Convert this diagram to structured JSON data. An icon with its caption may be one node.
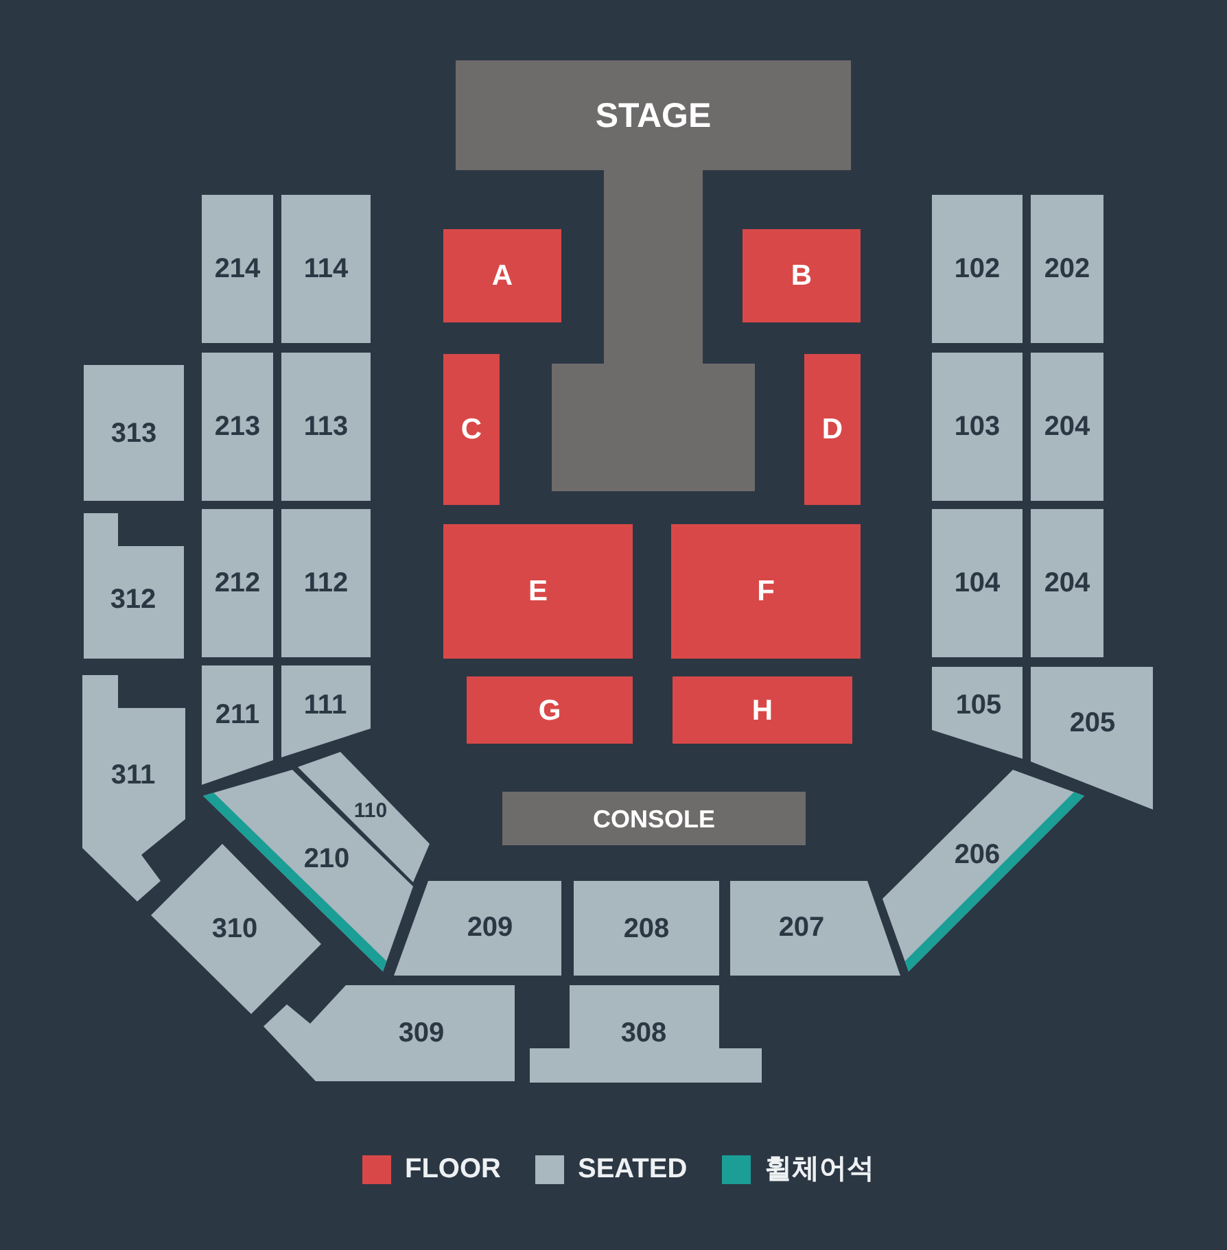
{
  "diagram": {
    "nodes": [
      {
        "text": [
          "STAGE"
        ]
      },
      {
        "text": [
          "214"
        ]
      },
      {
        "text": [
          "114"
        ]
      },
      {
        "text": [
          "A"
        ]
      },
      {
        "text": [
          "B"
        ]
      },
      {
        "text": [
          "102"
        ]
      },
      {
        "text": [
          "202"
        ]
      },
      {
        "text": [
          "313"
        ]
      },
      {
        "text": [
          "213"
        ]
      },
      {
        "text": [
          "113"
        ]
      },
      {
        "text": [
          "C"
        ]
      },
      {
        "text": [
          "D"
        ]
      },
      {
        "text": [
          "103"
        ]
      },
      {
        "text": [
          "204"
        ]
      },
      {
        "text": [
          "312"
        ]
      },
      {
        "text": [
          "212"
        ]
      },
      {
        "text": [
          "112"
        ]
      },
      {
        "text": [
          "E"
        ]
      },
      {
        "text": [
          "F"
        ]
      },
      {
        "text": [
          "104"
        ]
      },
      {
        "text": [
          "204"
        ]
      },
      {
        "text": [
          "311"
        ]
      },
      {
        "text": [
          "211"
        ]
      },
      {
        "text": [
          "111"
        ]
      },
      {
        "text": [
          "G"
        ]
      },
      {
        "text": [
          "H"
        ]
      },
      {
        "text": [
          "105"
        ]
      },
      {
        "text": [
          "205"
        ]
      },
      {
        "text": [
          "110"
        ]
      },
      {
        "text": [
          "CONSOLE"
        ]
      },
      {
        "text": [
          "210"
        ]
      },
      {
        "text": [
          "206"
        ]
      },
      {
        "text": [
          "310"
        ]
      },
      {
        "text": [
          "209"
        ]
      },
      {
        "text": [
          "208"
        ]
      },
      {
        "text": [
          "207"
        ]
      },
      {
        "text": [
          "309"
        ]
      },
      {
        "text": [
          "308"
        ]
      }
    ],
    "legend": [
      {
        "text": "FLOOR",
        "color": "#d94848"
      },
      {
        "text": "SEATED",
        "color": "#a9b7bf"
      },
      {
        "text": "휠체어석",
        "color": "#1a9e96"
      }
    ]
  }
}
